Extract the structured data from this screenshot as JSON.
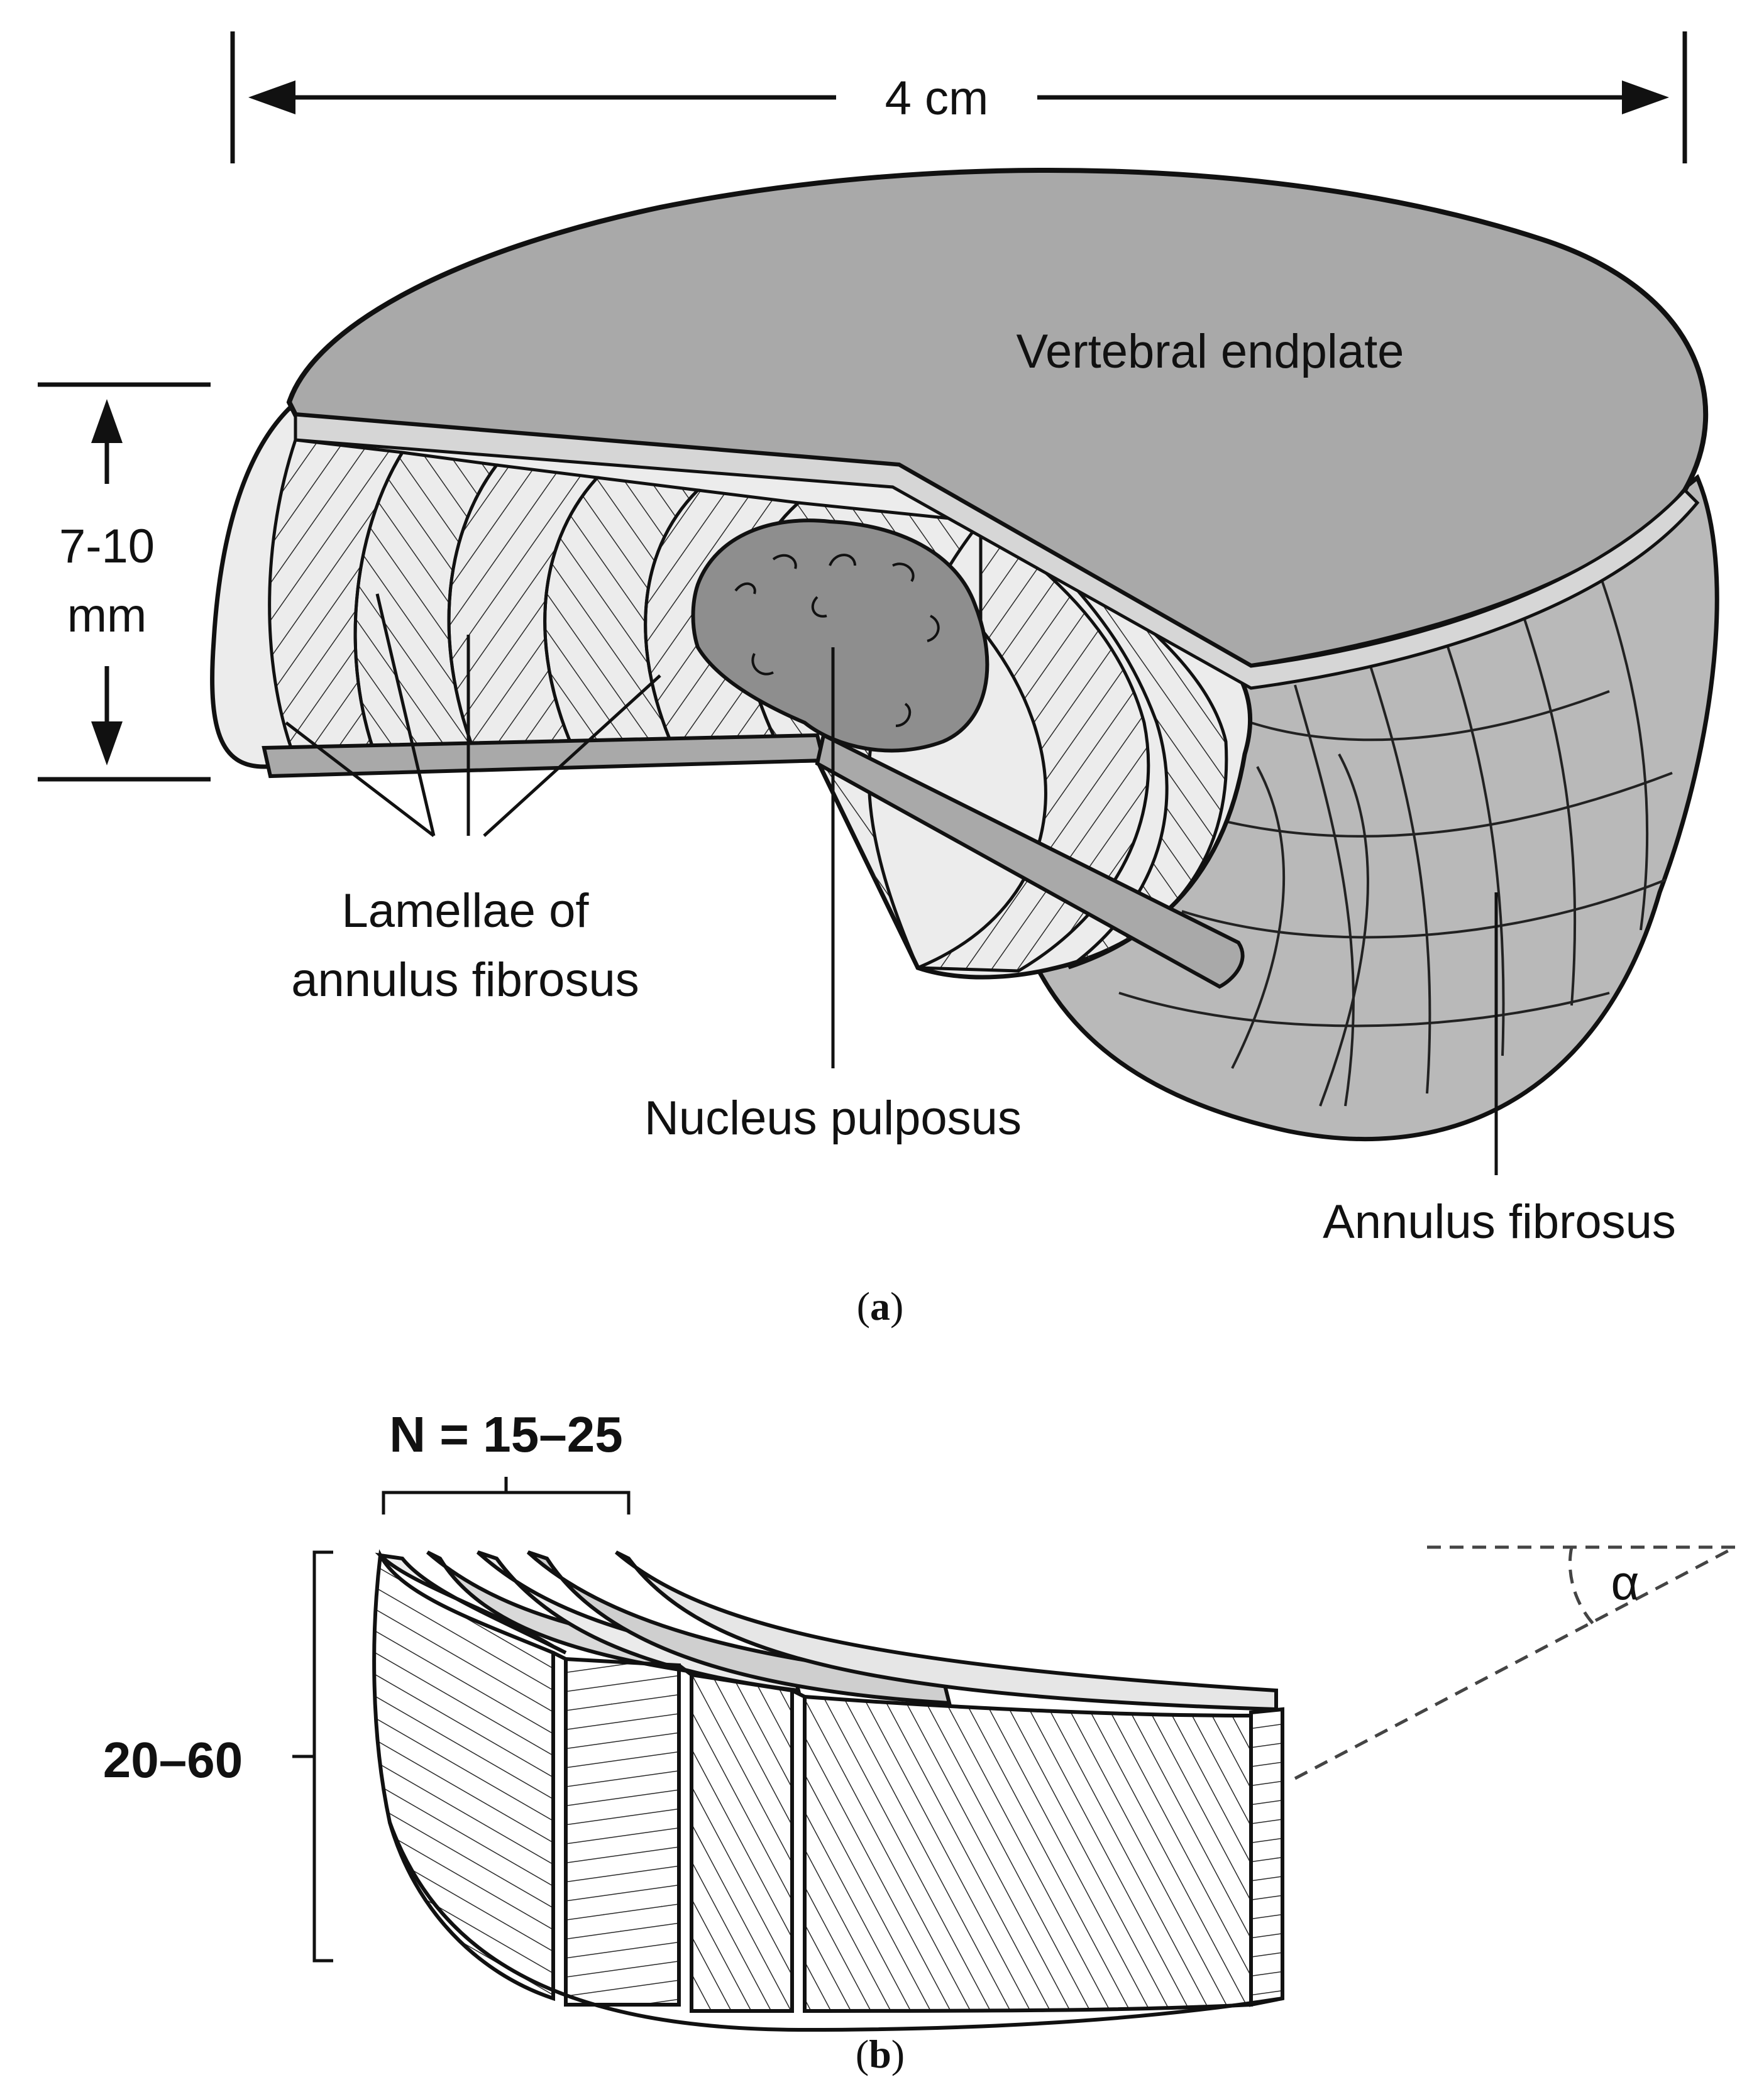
{
  "figure_a": {
    "width_label": "4 cm",
    "height_label_line1": "7-10",
    "height_label_line2": "mm",
    "endplate_label": "Vertebral endplate",
    "lamellae_label_line1": "Lamellae of",
    "lamellae_label_line2": "annulus fibrosus",
    "nucleus_label": "Nucleus pulposus",
    "annulus_label": "Annulus fibrosus",
    "caption_open": "(",
    "caption_letter": "a",
    "caption_close": ")"
  },
  "figure_b": {
    "count_label": "N = 15–25",
    "height_label": "20–60",
    "angle_label": "α",
    "caption_open": "(",
    "caption_letter": "b",
    "caption_close": ")"
  },
  "colors": {
    "gray_fill": "#a9a9a9",
    "light_fill": "#e9e9e9",
    "stroke": "#1a1a1a"
  }
}
